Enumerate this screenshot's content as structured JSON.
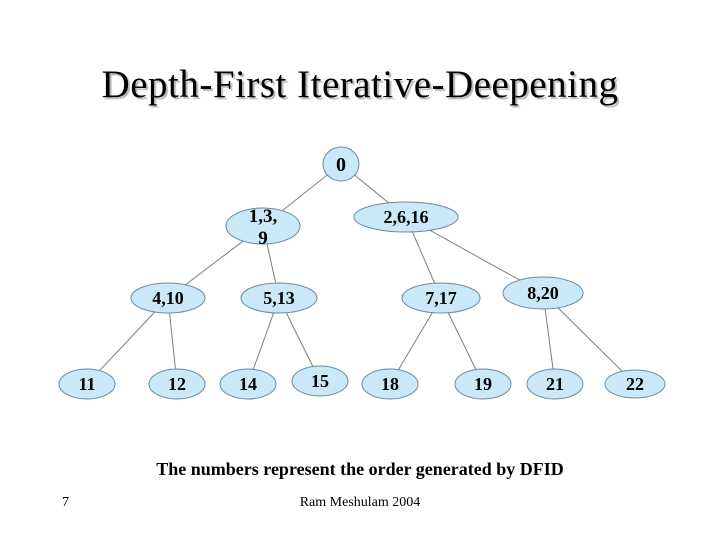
{
  "slide": {
    "title": "Depth-First Iterative-Deepening",
    "caption": "The numbers represent the order generated by DFID",
    "footer": {
      "slide_number": "7",
      "credit": "Ram Meshulam 2004"
    }
  },
  "colors": {
    "background": "#ffffff",
    "node_fill": "#cae8f7",
    "node_stroke": "#6a8ba5",
    "edge_line": "#7f7f7f",
    "text": "#000000"
  },
  "tree": {
    "description": "Binary tree showing node generation order of Depth-First Iterative-Deepening (DFID)",
    "nodes": [
      {
        "id": "root",
        "label": "0"
      },
      {
        "id": "L",
        "label": "1,3,9",
        "line1": "1,3,",
        "line2": "9"
      },
      {
        "id": "R",
        "label": "2,6,16"
      },
      {
        "id": "LL",
        "label": "4,10"
      },
      {
        "id": "LR",
        "label": "5,13"
      },
      {
        "id": "RL",
        "label": "7,17"
      },
      {
        "id": "RR",
        "label": "8,20"
      },
      {
        "id": "LLL",
        "label": "11"
      },
      {
        "id": "LLR",
        "label": "12"
      },
      {
        "id": "LRL",
        "label": "14"
      },
      {
        "id": "LRR",
        "label": "15"
      },
      {
        "id": "RLL",
        "label": "18"
      },
      {
        "id": "RLR",
        "label": "19"
      },
      {
        "id": "RRL",
        "label": "21"
      },
      {
        "id": "RRR",
        "label": "22"
      }
    ],
    "edges": [
      [
        "0",
        "1,3,9"
      ],
      [
        "0",
        "2,6,16"
      ],
      [
        "1,3,9",
        "4,10"
      ],
      [
        "1,3,9",
        "5,13"
      ],
      [
        "2,6,16",
        "7,17"
      ],
      [
        "2,6,16",
        "8,20"
      ],
      [
        "4,10",
        "11"
      ],
      [
        "4,10",
        "12"
      ],
      [
        "5,13",
        "14"
      ],
      [
        "5,13",
        "15"
      ],
      [
        "7,17",
        "18"
      ],
      [
        "7,17",
        "19"
      ],
      [
        "8,20",
        "21"
      ],
      [
        "8,20",
        "22"
      ]
    ]
  }
}
